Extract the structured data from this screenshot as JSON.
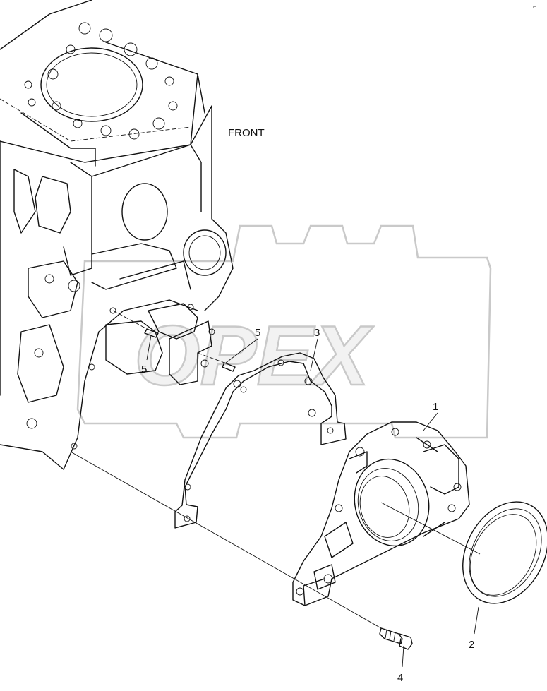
{
  "direction_label": "FRONT",
  "watermark_text": "OPEX",
  "corner_mark": "⌐",
  "callouts": [
    {
      "id": "1",
      "text": "1"
    },
    {
      "id": "2",
      "text": "2"
    },
    {
      "id": "3",
      "text": "3"
    },
    {
      "id": "4",
      "text": "4"
    },
    {
      "id": "5a",
      "text": "5"
    },
    {
      "id": "5b",
      "text": "5"
    }
  ],
  "colors": {
    "line": "#111111",
    "watermark": "#c9c9c9",
    "background": "#ffffff"
  }
}
